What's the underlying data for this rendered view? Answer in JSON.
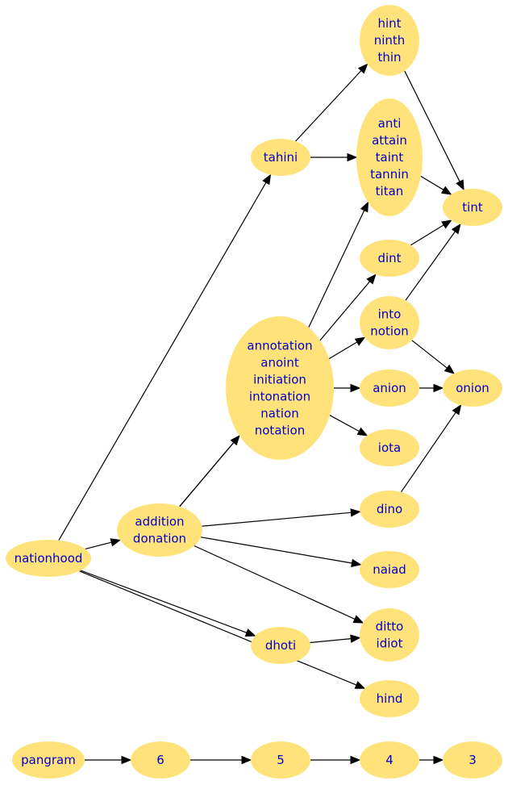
{
  "style": {
    "node_fill": "#FFE37A",
    "label_color": "#0000C8",
    "edge_color": "#000000"
  },
  "nodes": {
    "hint": {
      "lines": [
        "hint",
        "ninth",
        "thin"
      ]
    },
    "anti": {
      "lines": [
        "anti",
        "attain",
        "taint",
        "tannin",
        "titan"
      ]
    },
    "tahini": {
      "lines": [
        "tahini"
      ]
    },
    "tint": {
      "lines": [
        "tint"
      ]
    },
    "dint": {
      "lines": [
        "dint"
      ]
    },
    "into": {
      "lines": [
        "into",
        "notion"
      ]
    },
    "annotation": {
      "lines": [
        "annotation",
        "anoint",
        "initiation",
        "intonation",
        "nation",
        "notation"
      ]
    },
    "anion": {
      "lines": [
        "anion"
      ]
    },
    "onion": {
      "lines": [
        "onion"
      ]
    },
    "iota": {
      "lines": [
        "iota"
      ]
    },
    "addition": {
      "lines": [
        "addition",
        "donation"
      ]
    },
    "dino": {
      "lines": [
        "dino"
      ]
    },
    "nationhood": {
      "lines": [
        "nationhood"
      ]
    },
    "naiad": {
      "lines": [
        "naiad"
      ]
    },
    "ditto": {
      "lines": [
        "ditto",
        "idiot"
      ]
    },
    "dhoti": {
      "lines": [
        "dhoti"
      ]
    },
    "hind": {
      "lines": [
        "hind"
      ]
    },
    "pangram": {
      "lines": [
        "pangram"
      ]
    },
    "n6": {
      "lines": [
        "6"
      ]
    },
    "n5": {
      "lines": [
        "5"
      ]
    },
    "n4": {
      "lines": [
        "4"
      ]
    },
    "n3": {
      "lines": [
        "3"
      ]
    }
  },
  "edges": [
    [
      "nationhood",
      "addition"
    ],
    [
      "nationhood",
      "tahini"
    ],
    [
      "nationhood",
      "dhoti"
    ],
    [
      "nationhood",
      "hind"
    ],
    [
      "tahini",
      "hint"
    ],
    [
      "tahini",
      "anti"
    ],
    [
      "hint",
      "tint"
    ],
    [
      "anti",
      "tint"
    ],
    [
      "dint",
      "tint"
    ],
    [
      "into",
      "tint"
    ],
    [
      "into",
      "onion"
    ],
    [
      "anion",
      "onion"
    ],
    [
      "dino",
      "onion"
    ],
    [
      "annotation",
      "anti"
    ],
    [
      "annotation",
      "into"
    ],
    [
      "annotation",
      "anion"
    ],
    [
      "annotation",
      "iota"
    ],
    [
      "addition",
      "dint"
    ],
    [
      "addition",
      "annotation"
    ],
    [
      "addition",
      "dino"
    ],
    [
      "addition",
      "naiad"
    ],
    [
      "addition",
      "ditto"
    ],
    [
      "dhoti",
      "ditto"
    ],
    [
      "pangram",
      "n6"
    ],
    [
      "n6",
      "n5"
    ],
    [
      "n5",
      "n4"
    ],
    [
      "n4",
      "n3"
    ]
  ]
}
